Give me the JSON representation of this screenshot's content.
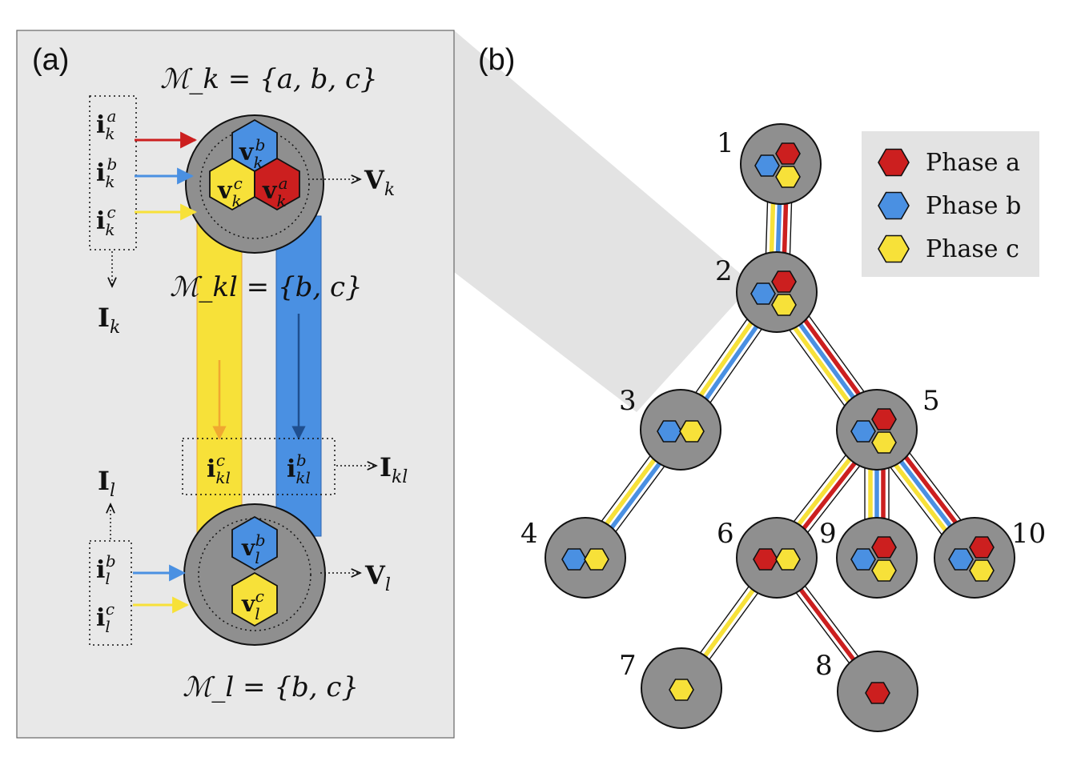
{
  "panels": {
    "a": {
      "label": "(a)",
      "set_k": "ℳ_k = {a, b, c}",
      "set_kl": "ℳ_kl = {b, c}",
      "set_l": "ℳ_l = {b, c}",
      "labels": {
        "V_k": "V_k",
        "V_l": "V_l",
        "I_k": "I_k",
        "I_l": "I_l",
        "I_kl": "I_kl"
      },
      "node_k_phases": [
        "b",
        "c",
        "a"
      ],
      "node_l_phases": [
        "b",
        "c"
      ],
      "branch_phases": [
        "c",
        "b"
      ]
    },
    "b": {
      "label": "(b)",
      "nodes": [
        {
          "id": "1",
          "phases": [
            "a",
            "b",
            "c"
          ]
        },
        {
          "id": "2",
          "phases": [
            "a",
            "b",
            "c"
          ]
        },
        {
          "id": "3",
          "phases": [
            "b",
            "c"
          ]
        },
        {
          "id": "4",
          "phases": [
            "b",
            "c"
          ]
        },
        {
          "id": "5",
          "phases": [
            "a",
            "b",
            "c"
          ]
        },
        {
          "id": "6",
          "phases": [
            "a",
            "c"
          ]
        },
        {
          "id": "7",
          "phases": [
            "c"
          ]
        },
        {
          "id": "8",
          "phases": [
            "a"
          ]
        },
        {
          "id": "9",
          "phases": [
            "a",
            "b",
            "c"
          ]
        },
        {
          "id": "10",
          "phases": [
            "a",
            "b",
            "c"
          ]
        }
      ],
      "edges": [
        {
          "from": "1",
          "to": "2",
          "phases": [
            "a",
            "b",
            "c"
          ]
        },
        {
          "from": "2",
          "to": "3",
          "phases": [
            "b",
            "c"
          ]
        },
        {
          "from": "2",
          "to": "5",
          "phases": [
            "a",
            "b",
            "c"
          ]
        },
        {
          "from": "3",
          "to": "4",
          "phases": [
            "b",
            "c"
          ]
        },
        {
          "from": "5",
          "to": "6",
          "phases": [
            "a",
            "c"
          ]
        },
        {
          "from": "5",
          "to": "9",
          "phases": [
            "a",
            "b",
            "c"
          ]
        },
        {
          "from": "5",
          "to": "10",
          "phases": [
            "a",
            "b",
            "c"
          ]
        },
        {
          "from": "6",
          "to": "7",
          "phases": [
            "c"
          ]
        },
        {
          "from": "6",
          "to": "8",
          "phases": [
            "a"
          ]
        }
      ],
      "legend": [
        {
          "label": "Phase a",
          "color": "#cc1f1f"
        },
        {
          "label": "Phase b",
          "color": "#4a90e2"
        },
        {
          "label": "Phase c",
          "color": "#f7e139"
        }
      ]
    }
  },
  "colors": {
    "phase_a": "#cc1f1f",
    "phase_b": "#4a90e2",
    "phase_c": "#f7e139",
    "node_fill": "#8f8f8f",
    "panel_bg": "#e8e8e8"
  }
}
